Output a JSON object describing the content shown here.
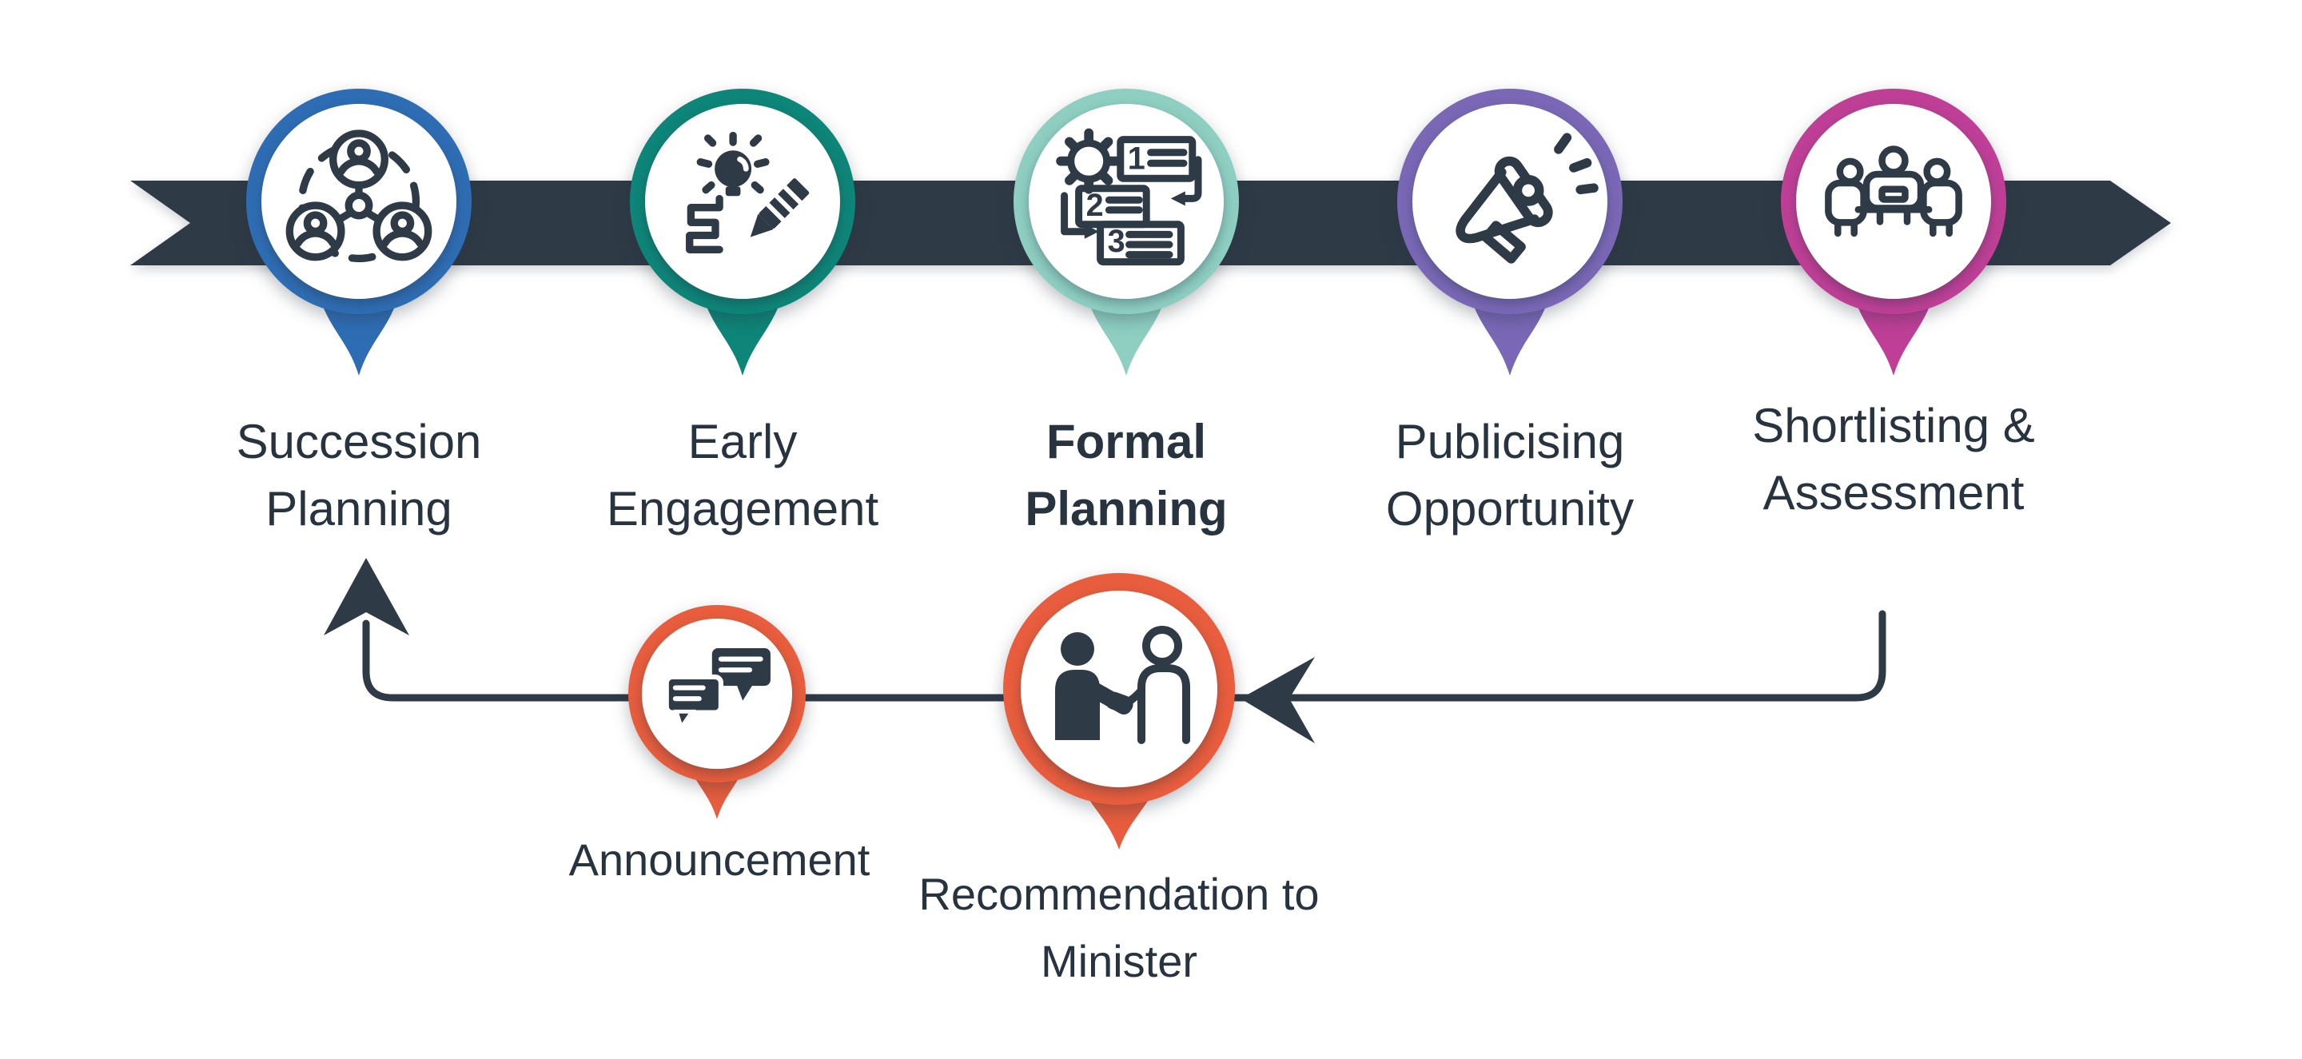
{
  "colors": {
    "background": "#ffffff",
    "ink": "#2e3a46",
    "text": "#27333f",
    "white": "#ffffff",
    "blue": "#2e6db4",
    "teal": "#0d8578",
    "light_teal": "#8ecfc2",
    "purple": "#7a68b7",
    "magenta": "#bf3f97",
    "orange": "#e85d3d"
  },
  "diagram": {
    "main_steps": [
      {
        "label": "Succession Planning",
        "color": "#2e6db4",
        "icon": "people-network",
        "emphasis": false
      },
      {
        "label": "Early Engagement",
        "color": "#0d8578",
        "icon": "idea-sketch",
        "emphasis": false
      },
      {
        "label": "Formal Planning",
        "color": "#8ecfc2",
        "icon": "numbered-steps",
        "emphasis": true
      },
      {
        "label": "Publicising Opportunity",
        "color": "#7a68b7",
        "icon": "megaphone",
        "emphasis": false
      },
      {
        "label": "Shortlisting & Assessment",
        "color": "#bf3f97",
        "icon": "interview-panel",
        "emphasis": false
      }
    ],
    "return_steps": [
      {
        "label": "Recommendation to Minister",
        "color": "#e85d3d",
        "icon": "handshake"
      },
      {
        "label": "Announcement",
        "color": "#e85d3d",
        "icon": "chat-bubbles"
      }
    ],
    "numbered_steps_icon_text": {
      "one": "1",
      "two": "2",
      "three": "3"
    }
  }
}
